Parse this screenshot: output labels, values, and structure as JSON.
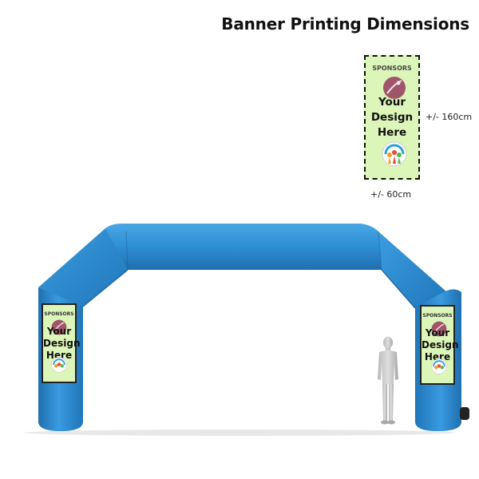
{
  "title": "Banner Printing Dimensions",
  "banner": {
    "sponsors_label": "SPONSORS",
    "design_line1": "Your",
    "design_line2": "Design",
    "design_line3": "Here",
    "background_color": "#dcf5b9"
  },
  "dimensions": {
    "height": "+/- 160cm",
    "width": "+/- 60cm"
  },
  "arch": {
    "color": "#2e8fd3"
  },
  "icons": [
    "sponsor-logo-icon",
    "people-logo-icon",
    "human-silhouette-icon"
  ]
}
